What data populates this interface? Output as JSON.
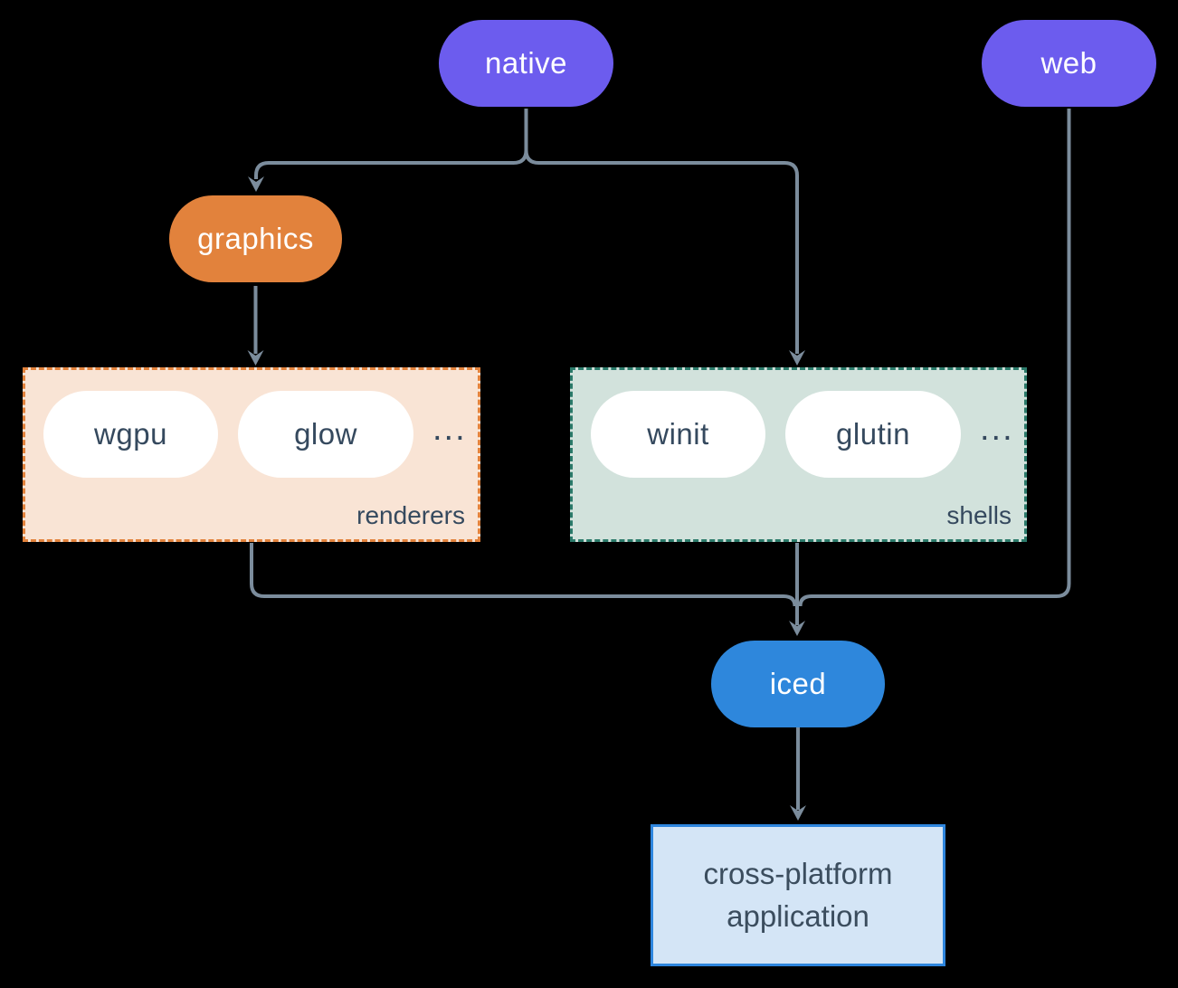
{
  "diagram": {
    "background": "#000000",
    "connector_color": "#7b8c9c",
    "text_dark": "#35495e",
    "nodes": {
      "native": {
        "label": "native",
        "fill": "#6c5cee",
        "text_color": "#ffffff"
      },
      "web": {
        "label": "web",
        "fill": "#6c5cee",
        "text_color": "#ffffff"
      },
      "graphics": {
        "label": "graphics",
        "fill": "#e2823c",
        "text_color": "#ffffff"
      },
      "iced": {
        "label": "iced",
        "fill": "#2e87dc",
        "text_color": "#ffffff"
      },
      "application": {
        "label_line1": "cross-platform",
        "label_line2": "application",
        "fill": "#d4e5f6",
        "border": "#2e86de"
      }
    },
    "groups": {
      "renderers": {
        "label": "renderers",
        "fill": "#f9e4d5",
        "border": "#e2823c",
        "items": [
          "wgpu",
          "glow"
        ],
        "ellipsis": "..."
      },
      "shells": {
        "label": "shells",
        "fill": "#d2e2dc",
        "border": "#2b7a6a",
        "items": [
          "winit",
          "glutin"
        ],
        "ellipsis": "..."
      }
    },
    "edges": [
      "native -> graphics",
      "native -> shells",
      "graphics -> renderers",
      "renderers -> iced",
      "shells -> iced",
      "web -> iced",
      "iced -> application"
    ]
  }
}
